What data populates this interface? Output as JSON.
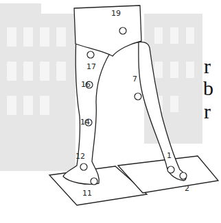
{
  "diagram": {
    "labels": [
      "19",
      "17",
      "16",
      "14",
      "12",
      "11",
      "7",
      "1",
      "2",
      "r",
      "b",
      "r"
    ]
  }
}
